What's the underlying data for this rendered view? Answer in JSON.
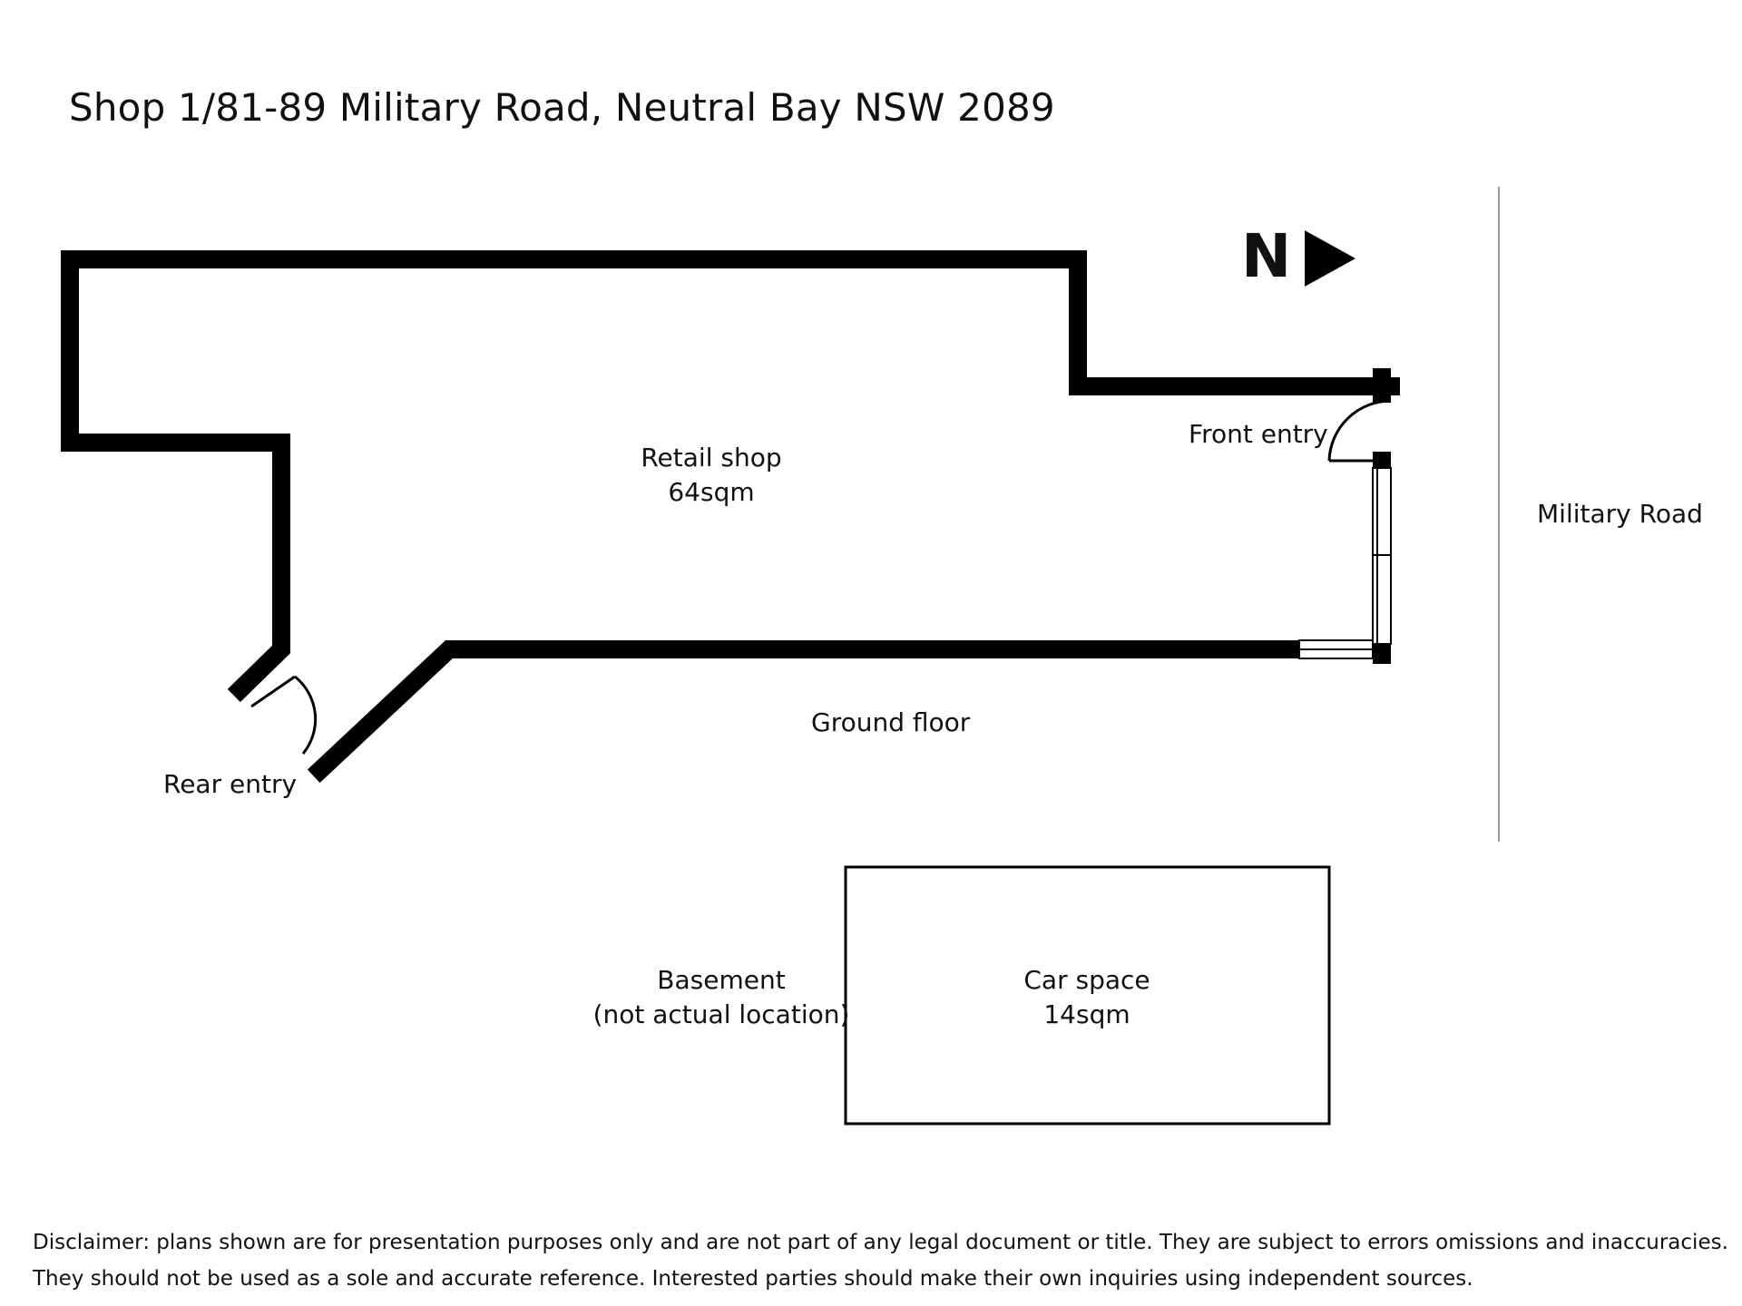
{
  "title": "Shop 1/81-89 Military Road, Neutral Bay NSW 2089",
  "north_arrow": {
    "letter": "N",
    "icon": "north-arrow-icon"
  },
  "ground_floor": {
    "label": "Ground floor",
    "room_name": "Retail shop",
    "room_area": "64sqm",
    "front_entry_label": "Front entry",
    "rear_entry_label": "Rear entry"
  },
  "street": {
    "label": "Military Road"
  },
  "basement": {
    "label_line1": "Basement",
    "label_line2": "(not actual location)",
    "room_name": "Car space",
    "room_area": "14sqm"
  },
  "disclaimer": {
    "line1": "Disclaimer: plans shown are for presentation purposes only and are not part of any legal document or title. They are subject to errors omissions and inaccuracies.",
    "line2": "They should not be used as a sole and accurate reference. Interested parties should make their own inquiries using independent sources."
  },
  "colors": {
    "wall": "#000000",
    "background": "#ffffff",
    "text": "#111111",
    "street_line": "#9a9a9a"
  }
}
